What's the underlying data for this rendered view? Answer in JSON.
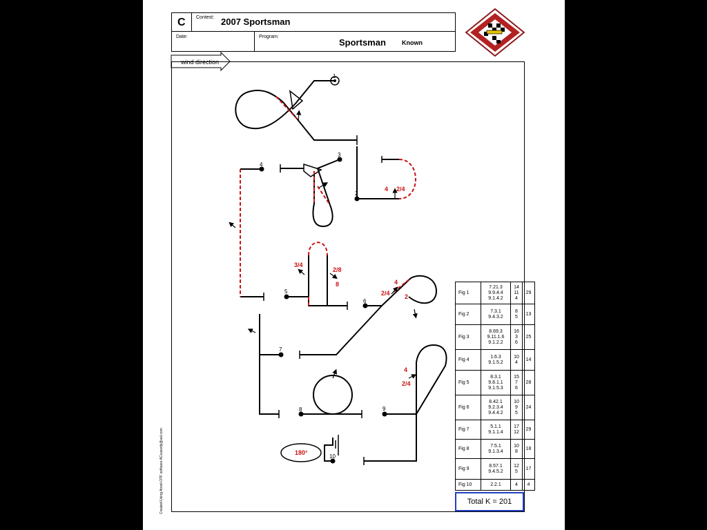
{
  "header": {
    "class_letter": "C",
    "contest_label": "Contest:",
    "contest_value": "2007 Sportsman",
    "date_label": "Date:",
    "program_label": "Program:",
    "program_value": "Sportsman",
    "program_type": "Known",
    "wind_direction": "wind direction"
  },
  "diagram": {
    "figure_numbers": [
      "1",
      "2",
      "3",
      "4",
      "5",
      "6",
      "7",
      "8",
      "9",
      "10"
    ],
    "roll_labels": [
      "4",
      "2/4",
      "3/4",
      "2/8",
      "8",
      "4",
      "2/4",
      "2",
      "4",
      "2/4",
      "180°"
    ]
  },
  "k_table": {
    "rows": [
      {
        "fig": "Fig 1",
        "catalog": "7.21.3\n9.9.4.4\n9.1.4.2",
        "k": "14\n11\n4",
        "total": "29"
      },
      {
        "fig": "Fig 2",
        "catalog": "7.3.1\n9.4.3.2",
        "k": "8\n5",
        "total": "13"
      },
      {
        "fig": "Fig 3",
        "catalog": "8.69.3\n9.11.1.6\n9.1.2.2",
        "k": "16\n3\n6",
        "total": "25"
      },
      {
        "fig": "Fig 4",
        "catalog": "1.6.3\n9.1.5.2",
        "k": "10\n4",
        "total": "14"
      },
      {
        "fig": "Fig 5",
        "catalog": "8.3.1\n9.8.1.1\n9.1.5.3",
        "k": "15\n7\n6",
        "total": "28"
      },
      {
        "fig": "Fig 6",
        "catalog": "8.42.1\n9.2.3.4\n9.4.4.2",
        "k": "10\n9\n5",
        "total": "24"
      },
      {
        "fig": "Fig 7",
        "catalog": "5.1.1\n9.1.1.4",
        "k": "17\n12",
        "total": "29"
      },
      {
        "fig": "Fig 8",
        "catalog": "7.5.1\n9.1.3.4",
        "k": "10\n8",
        "total": "18"
      },
      {
        "fig": "Fig 9",
        "catalog": "8.57.1\n9.4.5.2",
        "k": "12\n5",
        "total": "17"
      },
      {
        "fig": "Fig 10",
        "catalog": "2.2.1",
        "k": "4",
        "total": "4"
      }
    ],
    "total": "Total K = 201"
  },
  "footer": {
    "credit": "Created Using Aresti OTF software   ACcassidy@aol.com"
  },
  "colors": {
    "roll_red": "#cc1111",
    "total_border": "#1f3fbf"
  }
}
